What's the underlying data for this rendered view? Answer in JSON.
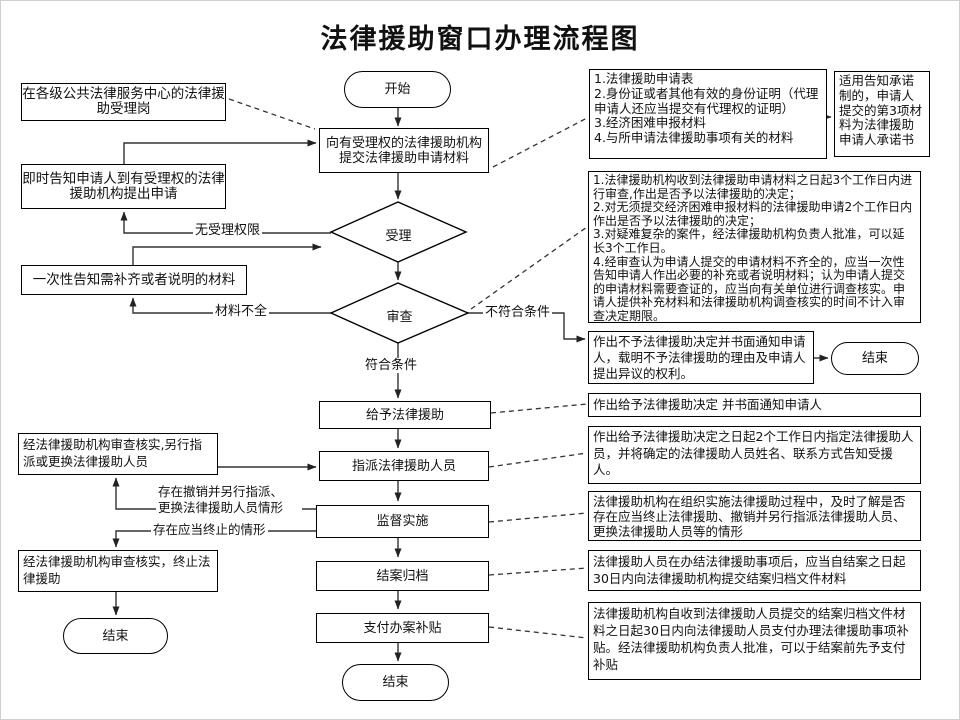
{
  "title": "法律援助窗口办理流程图",
  "colors": {
    "ink": "#000000",
    "background": "#ffffff",
    "line": "#333333"
  },
  "flow": {
    "start": "开始",
    "submit": "向有受理权的法律援助机构提交法律援助申请材料",
    "accept": "受理",
    "review": "审查",
    "grant": "给予法律援助",
    "assign": "指派法律援助人员",
    "supervise": "监督实施",
    "archive": "结案归档",
    "subsidy": "支付办案补贴",
    "end_center": "结束",
    "end_right": "结束",
    "end_left": "结束"
  },
  "left": {
    "reception_post": "在各级公共法律服务中心的法律援助受理岗",
    "notify_apply": "即时告知申请人到有受理权的法律援助机构提出申请",
    "notify_materials": "一次性告知需补齐或者说明的材料",
    "reassign": "经法律援助机构审查核实,另行指派或更换法律援助人员",
    "terminate": "经法律援助机构审查核实，终止法律援助"
  },
  "right": {
    "materials_list": "1.法律援助申请表\n2.身份证或者其他有效的身份证明（代理申请人还应当提交有代理权的证明）\n3.经济困难申报材料\n4.与所申请法律援助事项有关的材料",
    "promise_note": "适用告知承诺制的，申请人提交的第3项材料为法律援助申请人承诺书",
    "review_rules": "1.法律援助机构收到法律援助申请材料之日起3个工作日内进行审查,作出是否予以法律援助的决定；\n2.对无须提交经济困难申报材料的法律援助申请2个工作日内作出是否予以法律援助的决定；\n3.对疑难复杂的案件，经法律援助机构负责人批准，可以延长3个工作日。\n4.经审查认为申请人提交的申请材料不齐全的，应当一次性告知申请人作出必要的补充或者说明材料；认为申请人提交的申请材料需要查证的，应当向有关单位进行调查核实。申请人提供补充材料和法律援助机构调查核实的时间不计入审查决定期限。",
    "deny_decision": "作出不予法律援助决定并书面通知申请人，载明不予法律援助的理由及申请人提出异议的权利。",
    "grant_notice": "作出给予法律援助决定 并书面通知申请人",
    "assign_rule": "作出给予法律援助决定之日起2个工作日内指定法律援助人员，并将确定的法律援助人员姓名、联系方式告知受援人。",
    "supervise_rule": "法律援助机构在组织实施法律援助过程中，及时了解是否存在应当终止法律援助、撤销并另行指派法律援助人员、更换法律援助人员等的情形",
    "archive_rule": "法律援助人员在办结法律援助事项后，应当自结案之日起30日内向法律援助机构提交结案归档文件材料",
    "subsidy_rule": "法律援助机构自收到法律援助人员提交的结案归档文件材料之日起30日内向法律援助人员支付办理法律援助事项补贴。经法律援助机构负责人批准，可以于结案前先予支付补贴"
  },
  "edge_labels": {
    "no_authority": "无受理权限",
    "incomplete": "材料不全",
    "not_qualified": "不符合条件",
    "qualified": "符合条件",
    "revoke_reassign": "存在撤销并另行指派、\n更换法律援助人员情形",
    "should_terminate": "存在应当终止的情形"
  }
}
